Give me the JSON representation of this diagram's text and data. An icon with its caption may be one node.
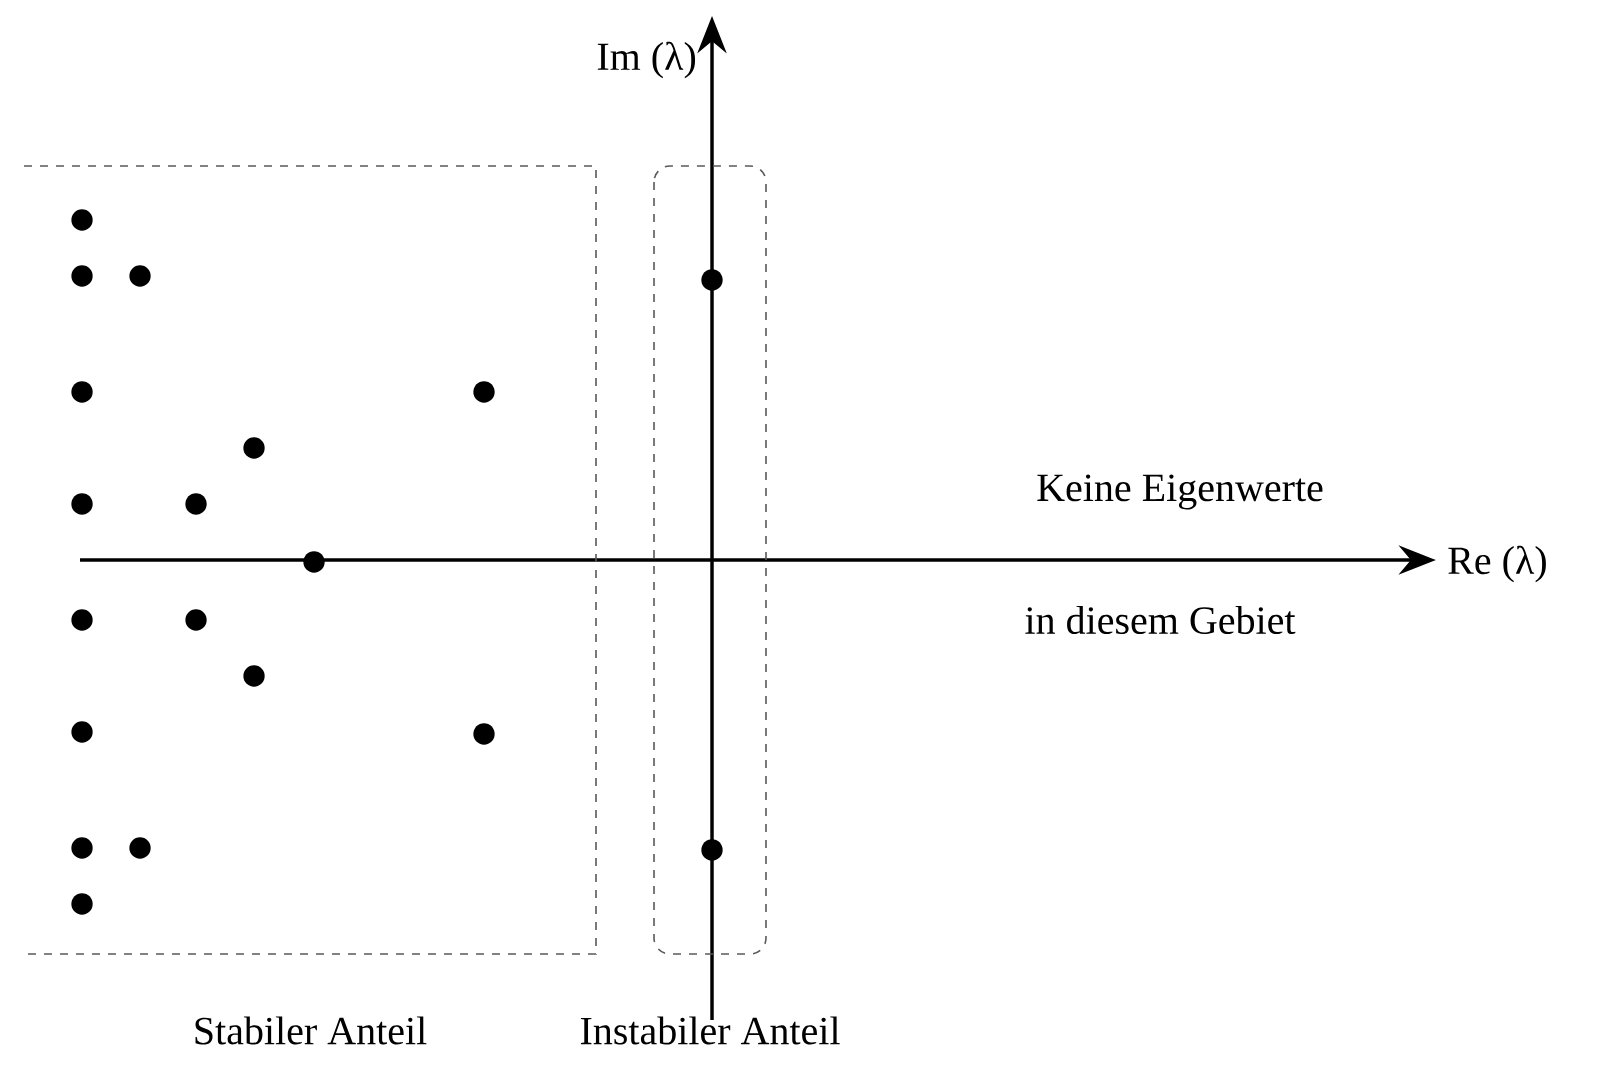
{
  "diagram": {
    "nodes": [
      {
        "text": [
          "Stabiler Anteil"
        ]
      },
      {
        "text": [
          "Instabiler Anteil"
        ]
      }
    ],
    "labels": [
      "Im (λ)",
      "Keine Eigenwerte",
      "Re (λ)",
      "in diesem Gebiet"
    ]
  }
}
